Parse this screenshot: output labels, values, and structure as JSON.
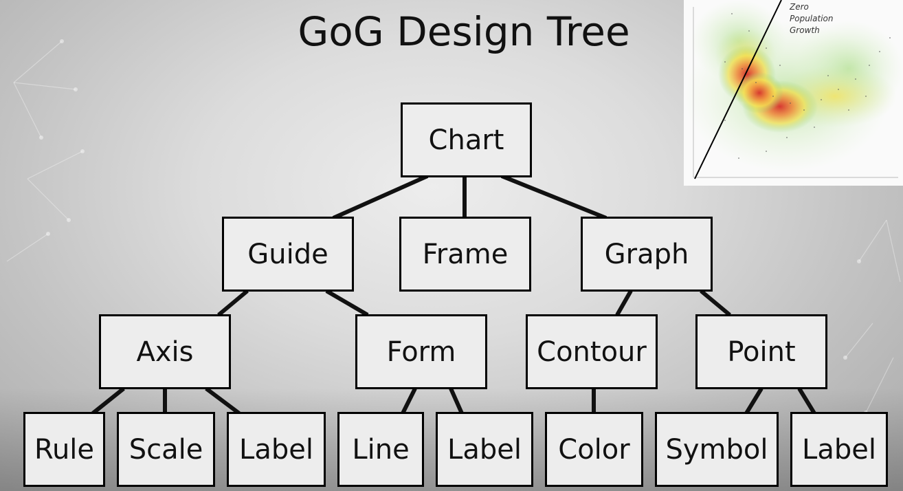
{
  "title": "GoG Design Tree",
  "tree": {
    "root": "Chart",
    "level1": [
      "Guide",
      "Frame",
      "Graph"
    ],
    "level2": [
      "Axis",
      "Form",
      "Contour",
      "Point"
    ],
    "level3": [
      "Rule",
      "Scale",
      "Label",
      "Line",
      "Label",
      "Color",
      "Symbol",
      "Label"
    ]
  },
  "thumbnail": {
    "label_lines": [
      "Zero",
      "Population",
      "Growth"
    ]
  },
  "colors": {
    "node_fill": "#ededed",
    "node_border": "#000000",
    "text": "#111111"
  }
}
